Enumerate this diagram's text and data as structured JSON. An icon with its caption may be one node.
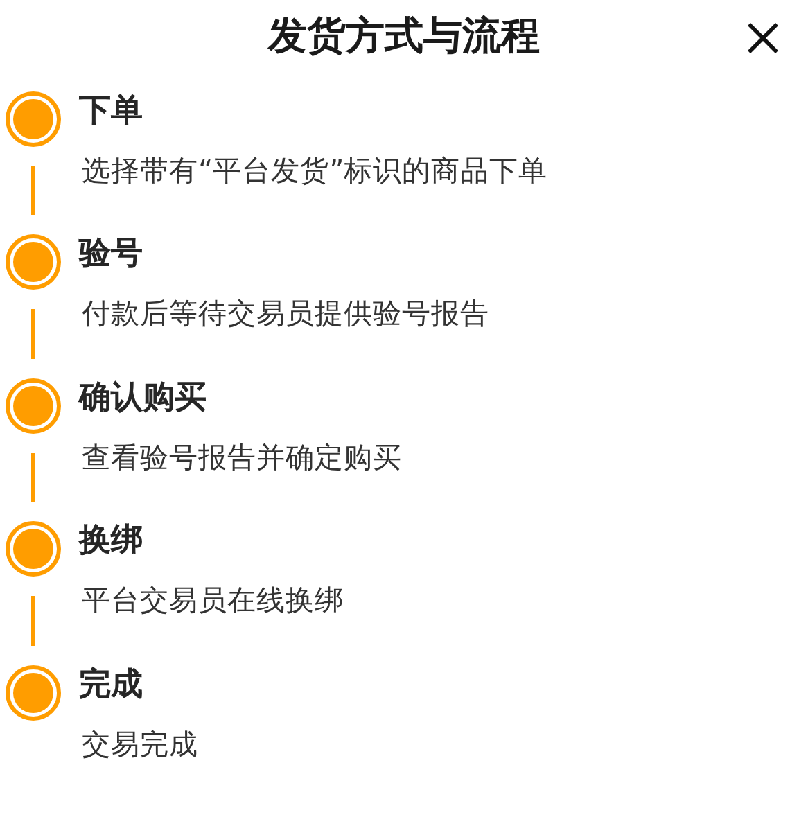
{
  "diagram": {
    "title": "发货方式与流程",
    "nodes": [
      {
        "text": [],
        "shape": "circle",
        "beside": [
          "下单",
          "选择带有“平台发货”标识的商品下单"
        ]
      },
      {
        "text": [],
        "shape": "circle",
        "beside": [
          "验号",
          "付款后等待交易员提供验号报告"
        ]
      },
      {
        "text": [],
        "shape": "circle",
        "beside": [
          "确认购买",
          "查看验号报告并确定购买"
        ]
      },
      {
        "text": [],
        "shape": "circle",
        "beside": [
          "换绑",
          "平台交易员在线换绑"
        ]
      },
      {
        "text": [],
        "shape": "circle",
        "beside": [
          "完成",
          "交易完成"
        ]
      }
    ],
    "edges": [
      {
        "from": 0,
        "to": 1,
        "arrow": "none"
      },
      {
        "from": 1,
        "to": 2,
        "arrow": "none"
      },
      {
        "from": 2,
        "to": 3,
        "arrow": "none"
      },
      {
        "from": 3,
        "to": 4,
        "arrow": "none"
      }
    ]
  }
}
